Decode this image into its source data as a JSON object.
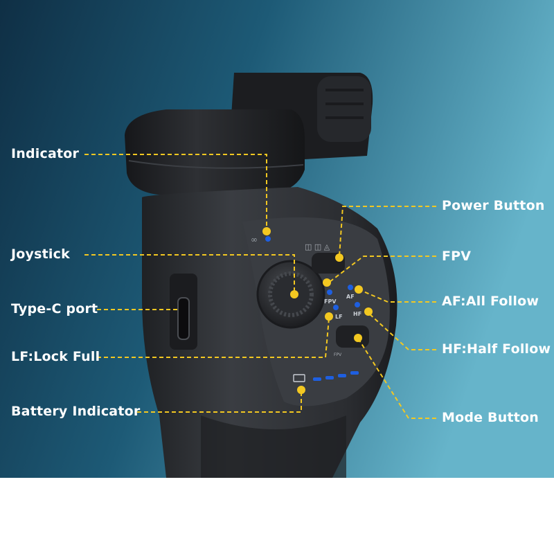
{
  "colors": {
    "background_left": "#11344a",
    "background_right": "#5aa7be",
    "body_dark": "#2a2c30",
    "panel": "#3b3e43",
    "leader_yellow": "#f3c821",
    "indicator_blue": "#1e5fe0",
    "label_text": "#ffffff"
  },
  "callouts": {
    "indicator": "Indicator",
    "joystick": "Joystick",
    "type_c_port": "Type-C port",
    "lf_lock_full": "LF:Lock Full",
    "battery_indicator": "Battery Indicator",
    "power_button": "Power Button",
    "fpv": "FPV",
    "af_all_follow": "AF:All Follow",
    "hf_half_follow": "HF:Half Follow",
    "mode_button": "Mode Button"
  },
  "panel_marks": {
    "fpv": "FPV",
    "af": "AF",
    "lf": "LF",
    "hf": "HF",
    "mode_fpv": "FPV"
  }
}
